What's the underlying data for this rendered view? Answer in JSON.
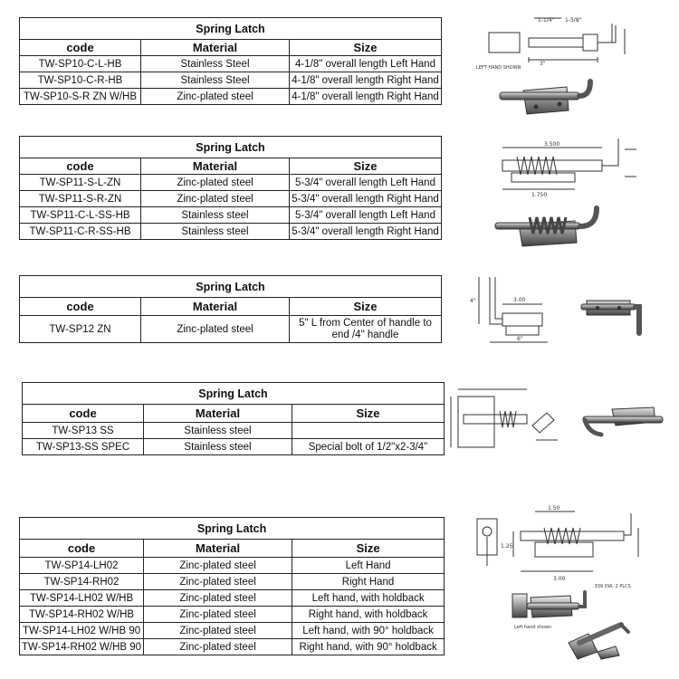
{
  "header_code": "code",
  "header_material": "Material",
  "header_size": "Size",
  "sections": [
    {
      "title": "Spring Latch",
      "rows": [
        {
          "code": "TW-SP10-C-L-HB",
          "material": "Stainless Steel",
          "size": "4-1/8\" overall length Left Hand"
        },
        {
          "code": "TW-SP10-C-R-HB",
          "material": "Stainless Steel",
          "size": "4-1/8\" overall length Right Hand"
        },
        {
          "code": "TW-SP10-S-R ZN W/HB",
          "material": "Zinc-plated steel",
          "size": "4-1/8\" overall length Right Hand"
        }
      ]
    },
    {
      "title": "Spring Latch",
      "rows": [
        {
          "code": "TW-SP11-S-L-ZN",
          "material": "Zinc-plated steel",
          "size": "5-3/4\" overall length Left Hand"
        },
        {
          "code": "TW-SP11-S-R-ZN",
          "material": "Zinc-plated steel",
          "size": "5-3/4\" overall length Right Hand"
        },
        {
          "code": "TW-SP11-C-L-SS-HB",
          "material": "Stainless steel",
          "size": "5-3/4\" overall length Left Hand"
        },
        {
          "code": "TW-SP11-C-R-SS-HB",
          "material": "Stainless steel",
          "size": "5-3/4\" overall length Right Hand"
        }
      ]
    },
    {
      "title": "Spring Latch",
      "rows": [
        {
          "code": "TW-SP12 ZN",
          "material": "Zinc-plated steel",
          "size": "5\" L from Center of handle to end /4\" handle"
        }
      ]
    },
    {
      "title": "Spring Latch",
      "rows": [
        {
          "code": "TW-SP13 SS",
          "material": "Stainless steel",
          "size": ""
        },
        {
          "code": "TW-SP13-SS SPEC",
          "material": "Stainless steel",
          "size": "Special bolt of 1/2\"x2-3/4\""
        }
      ]
    },
    {
      "title": "Spring Latch",
      "rows": [
        {
          "code": "TW-SP14-LH02",
          "material": "Zinc-plated steel",
          "size": "Left Hand"
        },
        {
          "code": "TW-SP14-RH02",
          "material": "Zinc-plated steel",
          "size": "Right Hand"
        },
        {
          "code": "TW-SP14-LH02 W/HB",
          "material": "Zinc-plated steel",
          "size": "Left hand, with holdback"
        },
        {
          "code": "TW-SP14-RH02 W/HB",
          "material": "Zinc-plated steel",
          "size": "Right hand, with holdback"
        },
        {
          "code": "TW-SP14-LH02 W/HB 90",
          "material": "Zinc-plated steel",
          "size": "Left hand, with 90° holdback"
        },
        {
          "code": "TW-SP14-RH02 W/HB 90",
          "material": "Zinc-plated steel",
          "size": "Right hand, with 90° holdback"
        }
      ]
    }
  ],
  "drawing_labels": {
    "sp10_dim_a": "1-1/4\"",
    "sp10_dim_b": "1-5/8\"",
    "sp10_dim_c": "3\"",
    "sp10_note": "LEFT HAND SHOWN",
    "sp11_dim_a": "3.500",
    "sp11_dim_b": "1.750",
    "sp12_dim_a": "3.00",
    "sp12_dim_b": "6\"",
    "sp12_dim_c": "4\"",
    "sp14_dim_a": "1.50",
    "sp14_dim_b": "3.00",
    "sp14_dim_c": "1.25",
    "sp14_note_a": "Left hand shown",
    "sp14_note_b": ".339 DIA. 2 PLCS"
  }
}
